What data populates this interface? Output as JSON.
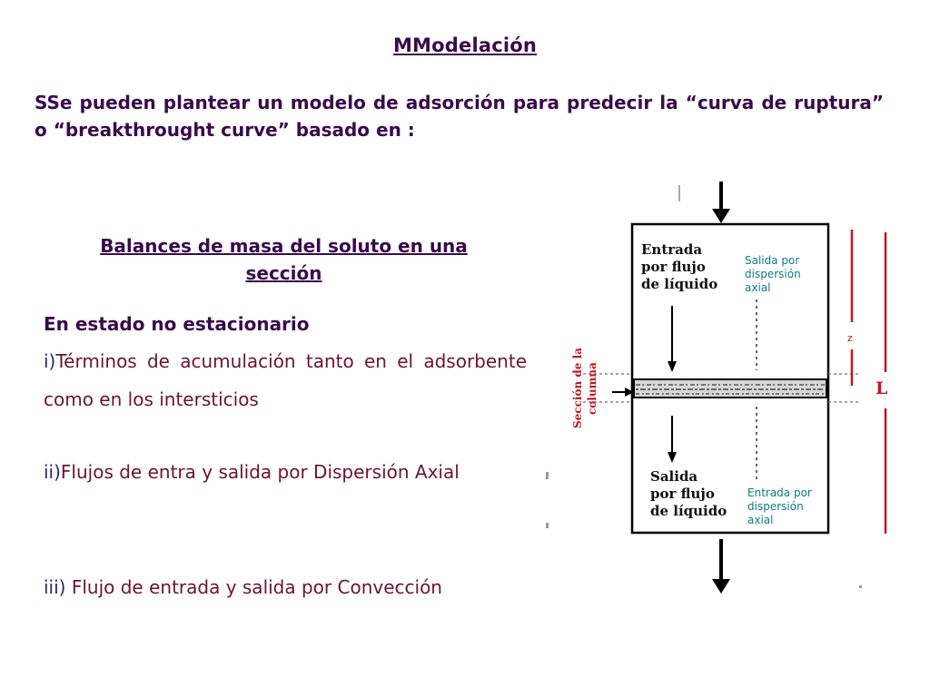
{
  "slide": {
    "title": "MModelación",
    "intro": "SSe pueden plantear un modelo de adsorción para predecir la “curva de ruptura” o “breakthrought curve” basado en :",
    "subtitle": "Balances de masa del soluto en una sección",
    "state": "En estado no estacionario",
    "items": [
      {
        "num": "i)",
        "text": "Términos de acumulación tanto en el adsorbente como en los intersticios"
      },
      {
        "num": "ii)",
        "text": "Flujos de entra y salida por Dispersión Axial"
      },
      {
        "num": "iii)",
        "text": " Flujo de entrada y salida por Convección"
      }
    ]
  },
  "diagram": {
    "entrada_flujo": [
      "Entrada",
      "por flujo",
      "de líquido"
    ],
    "salida_flujo": [
      "Salida",
      "por flujo",
      "de líquido"
    ],
    "salida_dispersion": [
      "Salida por",
      "dispersión",
      "axial"
    ],
    "entrada_dispersion": [
      "Entrada por",
      "dispersión",
      "axial"
    ],
    "seccion_label": "Sección de la columna",
    "z_label": "z",
    "L_label": "L",
    "colors": {
      "red": "#c0171e",
      "teal": "#0f7a86",
      "text": "#3a0a4c",
      "items": "#6b1530"
    }
  }
}
